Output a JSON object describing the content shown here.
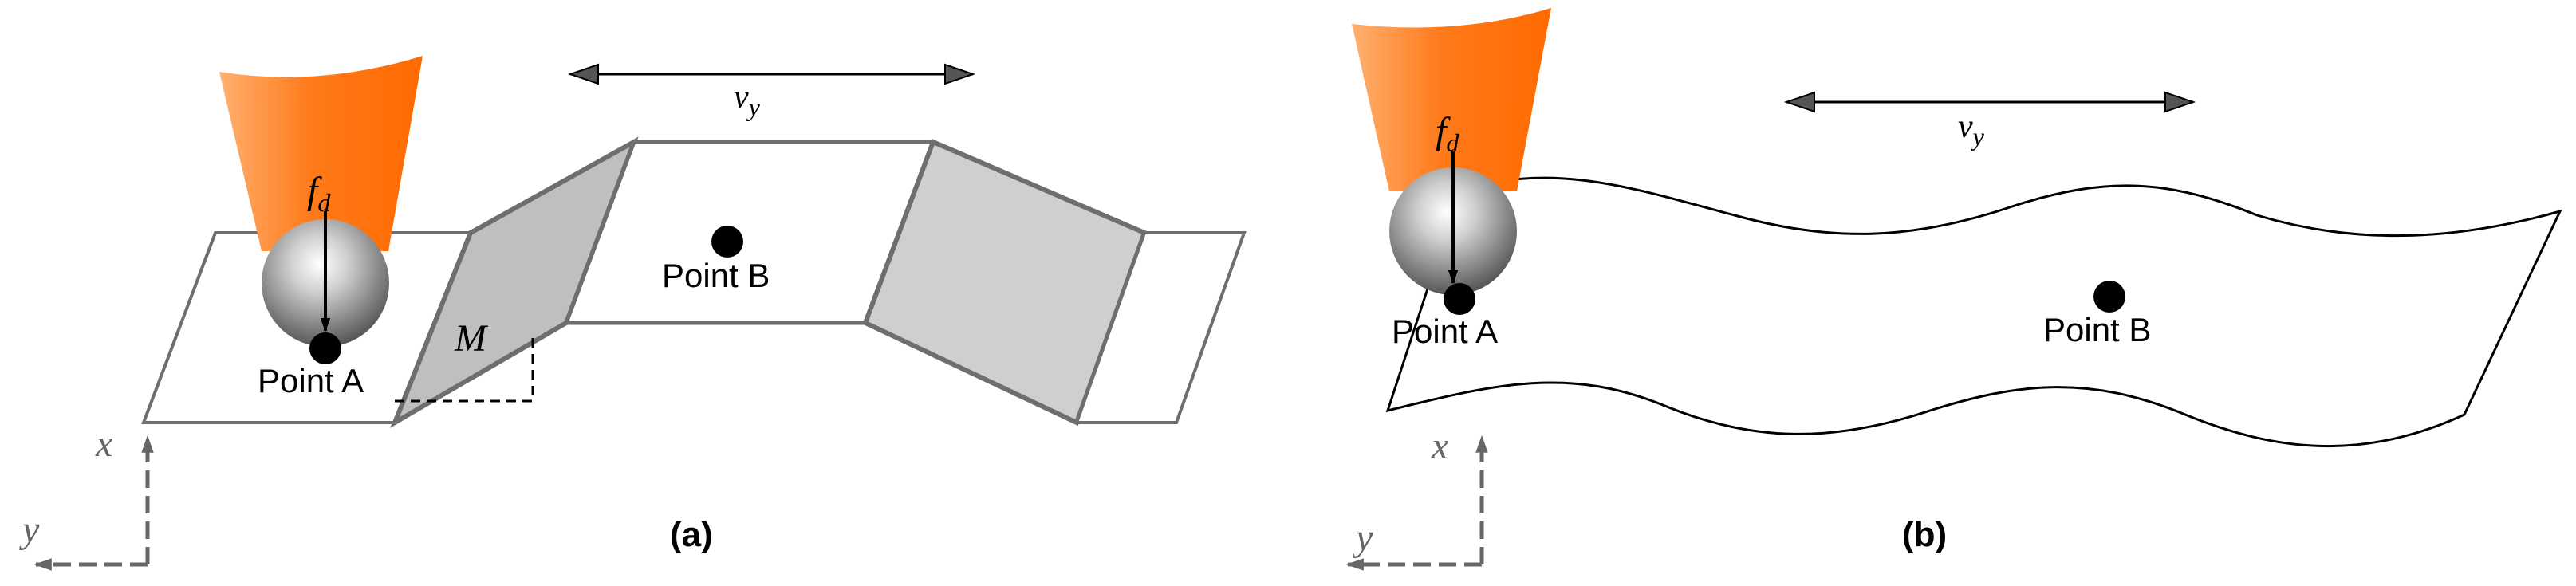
{
  "panel_a": {
    "velocity_label": "v_y",
    "force_label": "f_d",
    "point_a_label": "Point A",
    "point_b_label": "Point B",
    "slope_label": "M",
    "axis_x_label": "x",
    "axis_y_label": "y",
    "caption": "(a)"
  },
  "panel_b": {
    "velocity_label": "v_y",
    "force_label": "f_d",
    "point_a_label": "Point A",
    "point_b_label": "Point B",
    "axis_x_label": "x",
    "axis_y_label": "y",
    "caption": "(b)"
  },
  "colors": {
    "tool_orange": "#ff7a1a",
    "tool_orange_light": "#ffb070",
    "slope_gray": "#bfbfbf",
    "slope_gray_light": "#d0d0d0",
    "surface_stroke": "#6e6e6e",
    "axis_gray": "#666666"
  },
  "icons": {
    "tool": "cone-tool-icon",
    "probe": "sphere-probe-icon"
  }
}
